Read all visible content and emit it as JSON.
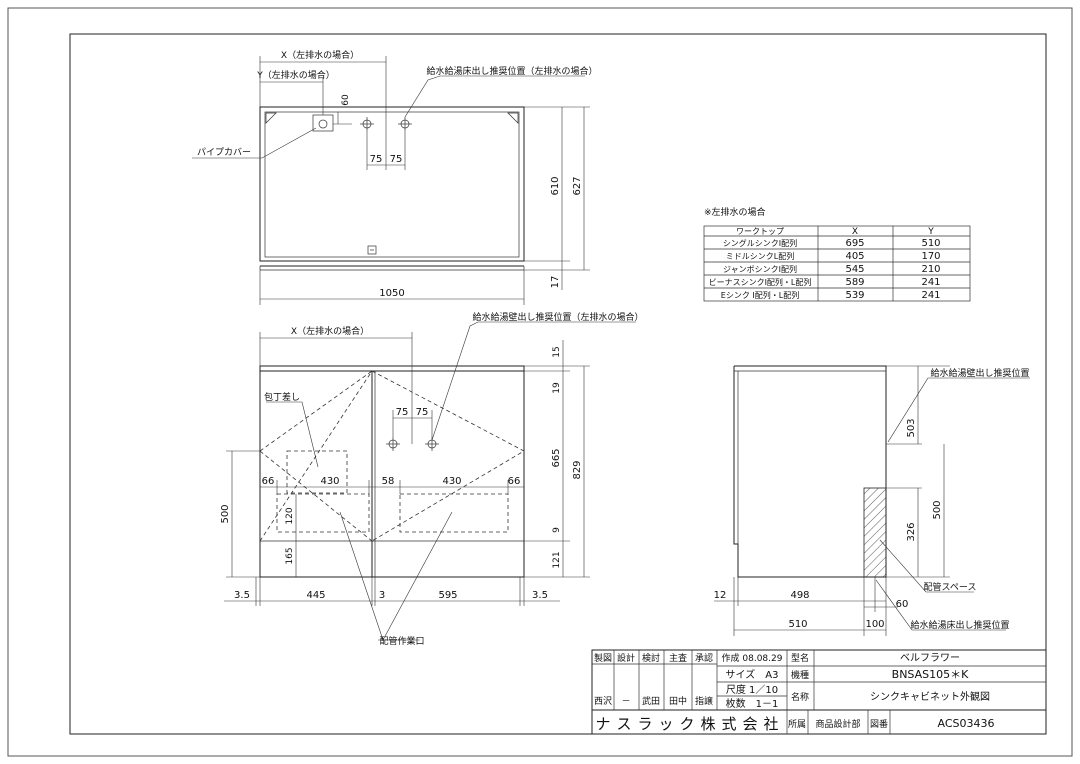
{
  "top_view": {
    "x_label": "X（左排水の場合）",
    "y_label": "Y（左排水の場合）",
    "floor_outlet_label": "給水給湯床出し推奨位置（左排水の場合）",
    "pipe_cover_label": "パイプカバー",
    "dim_60": "60",
    "dim_75a": "75",
    "dim_75b": "75",
    "dim_610": "610",
    "dim_627": "627",
    "dim_17": "17",
    "dim_1050": "1050"
  },
  "front_view": {
    "x_label": "X（左排水の場合）",
    "wall_outlet_label": "給水給湯壁出し推奨位置（左排水の場合）",
    "knife_label": "包丁差し",
    "piping_opening_label": "配管作業口",
    "dim_15": "15",
    "dim_19": "19",
    "dim_665": "665",
    "dim_829": "829",
    "dim_9": "9",
    "dim_121": "121",
    "dim_75a": "75",
    "dim_75b": "75",
    "dim_66a": "66",
    "dim_430a": "430",
    "dim_58": "58",
    "dim_430b": "430",
    "dim_66b": "66",
    "dim_500": "500",
    "dim_120": "120",
    "dim_165": "165",
    "dim_3_5a": "3.5",
    "dim_445": "445",
    "dim_3": "3",
    "dim_595": "595",
    "dim_3_5b": "3.5"
  },
  "side_view": {
    "wall_outlet_label": "給水給湯壁出し推奨位置",
    "piping_space_label": "配管スペース",
    "floor_outlet_label": "給水給湯床出し推奨位置",
    "dim_503": "503",
    "dim_500": "500",
    "dim_326": "326",
    "dim_12": "12",
    "dim_498": "498",
    "dim_60": "60",
    "dim_510": "510",
    "dim_100": "100"
  },
  "table": {
    "note": "※左排水の場合",
    "headers": [
      "ワークトップ",
      "X",
      "Y"
    ],
    "rows": [
      [
        "シングルシンクI配列",
        "695",
        "510"
      ],
      [
        "ミドルシンクL配列",
        "405",
        "170"
      ],
      [
        "ジャンボシンクI配列",
        "545",
        "210"
      ],
      [
        "ビーナスシンクI配列・L配列",
        "589",
        "241"
      ],
      [
        "Eシンク I配列・L配列",
        "539",
        "241"
      ]
    ]
  },
  "title_block": {
    "roles": [
      "製図",
      "設計",
      "検討",
      "主査",
      "承認"
    ],
    "names": [
      "西沢",
      "－",
      "武田",
      "田中",
      "指譲"
    ],
    "created": "作成 08.08.29",
    "size": "サイズ　A3",
    "scale": "尺度 1／10",
    "sheets": "枚数　1－1",
    "label_model": "型名",
    "model": "ベルフラワー",
    "label_type": "機種",
    "type": "BNSAS105＊K",
    "label_name": "名称",
    "name": "シンクキャビネット外観図",
    "company": "ナスラック株式会社",
    "label_dept": "所属",
    "dept": "商品設計部",
    "label_drawing_no": "図番",
    "drawing_no": "ACS03436"
  }
}
